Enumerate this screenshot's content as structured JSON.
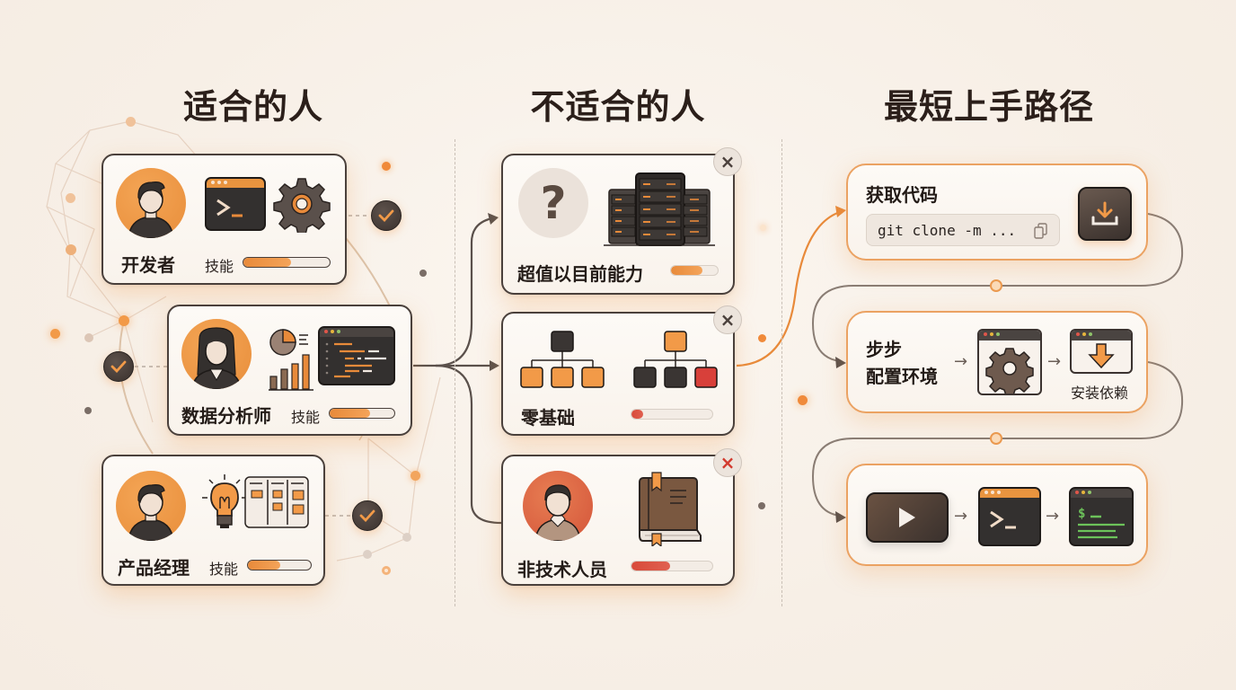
{
  "sections": {
    "suitable": {
      "title": "适合的人"
    },
    "unsuitable": {
      "title": "不适合的人"
    },
    "quickstart": {
      "title": "最短上手路径"
    }
  },
  "suitable_people": [
    {
      "role": "开发者",
      "skill_label": "技能",
      "skill_percent": 55,
      "icons": [
        "terminal-icon",
        "gear-icon"
      ],
      "status": "check"
    },
    {
      "role": "数据分析师",
      "skill_label": "技能",
      "skill_percent": 62,
      "icons": [
        "pie-chart-icon",
        "bar-chart-icon",
        "code-editor-icon"
      ],
      "status": "check"
    },
    {
      "role": "产品经理",
      "skill_label": "技能",
      "skill_percent": 52,
      "icons": [
        "lightbulb-icon",
        "kanban-board-icon"
      ],
      "status": "check"
    }
  ],
  "unsuitable_people": [
    {
      "role": "超值以目前能力",
      "skill_percent": 68,
      "bar_color": "#e88a3a",
      "icons": [
        "question-icon",
        "server-rack-icon"
      ],
      "status": "x"
    },
    {
      "role": "零基础",
      "skill_percent": 14,
      "bar_color": "#d84a3a",
      "icons": [
        "hierarchy-orange-icon",
        "hierarchy-dark-icon"
      ],
      "status": "x"
    },
    {
      "role": "非技术人员",
      "skill_percent": 45,
      "bar_color": "#d84a3a",
      "icons": [
        "person-icon",
        "book-icon"
      ],
      "status": "x-red"
    }
  ],
  "quickstart_steps": [
    {
      "title": "获取代码",
      "code": "git clone -m ...",
      "icons": [
        "copy-icon",
        "download-icon"
      ]
    },
    {
      "title_line1": "步步",
      "title_line2": "配置环境",
      "install_label": "安装依赖",
      "icons": [
        "settings-window-icon",
        "download-window-icon"
      ]
    },
    {
      "icons": [
        "play-video-icon",
        "terminal-icon",
        "terminal-output-icon"
      ],
      "prompt": "$ _"
    }
  ],
  "colors": {
    "accent": "#e88a3a",
    "dark": "#3a312d",
    "danger": "#d84a3a",
    "background": "#f8f1e9",
    "success_green": "#6cc25a"
  }
}
